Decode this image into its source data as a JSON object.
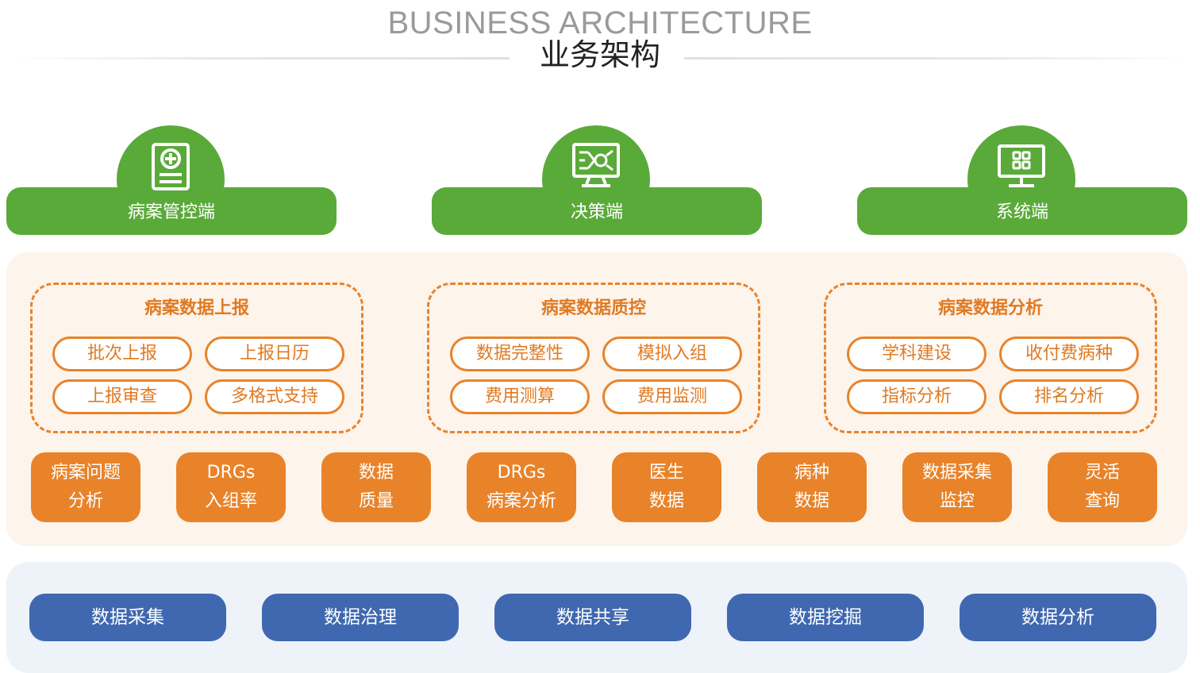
{
  "header": {
    "title_en": "BUSINESS ARCHITECTURE",
    "title_cn": "业务架构"
  },
  "terminals": [
    {
      "label": "病案管控端",
      "icon": "medical-record-icon"
    },
    {
      "label": "决策端",
      "icon": "decision-monitor-icon"
    },
    {
      "label": "系统端",
      "icon": "system-monitor-icon"
    }
  ],
  "groups": [
    {
      "title": "病案数据上报",
      "items": [
        "批次上报",
        "上报日历",
        "上报审查",
        "多格式支持"
      ]
    },
    {
      "title": "病案数据质控",
      "items": [
        "数据完整性",
        "模拟入组",
        "费用测算",
        "费用监测"
      ]
    },
    {
      "title": "病案数据分析",
      "items": [
        "学科建设",
        "收付费病种",
        "指标分析",
        "排名分析"
      ]
    }
  ],
  "modules": [
    {
      "line1": "病案问题",
      "line2": "分析"
    },
    {
      "line1": "DRGs",
      "line2": "入组率"
    },
    {
      "line1": "数据",
      "line2": "质量"
    },
    {
      "line1": "DRGs",
      "line2": "病案分析"
    },
    {
      "line1": "医生",
      "line2": "数据"
    },
    {
      "line1": "病种",
      "line2": "数据"
    },
    {
      "line1": "数据采集",
      "line2": "监控"
    },
    {
      "line1": "灵活",
      "line2": "查询"
    }
  ],
  "data_layer": [
    "数据采集",
    "数据治理",
    "数据共享",
    "数据挖掘",
    "数据分析"
  ],
  "colors": {
    "green": "#5aaa3a",
    "orange": "#e8832a",
    "orange_text": "#e07a22",
    "blue": "#3f68b0",
    "mid_bg": "#fdf4ec",
    "bottom_bg": "#eef2f9"
  }
}
